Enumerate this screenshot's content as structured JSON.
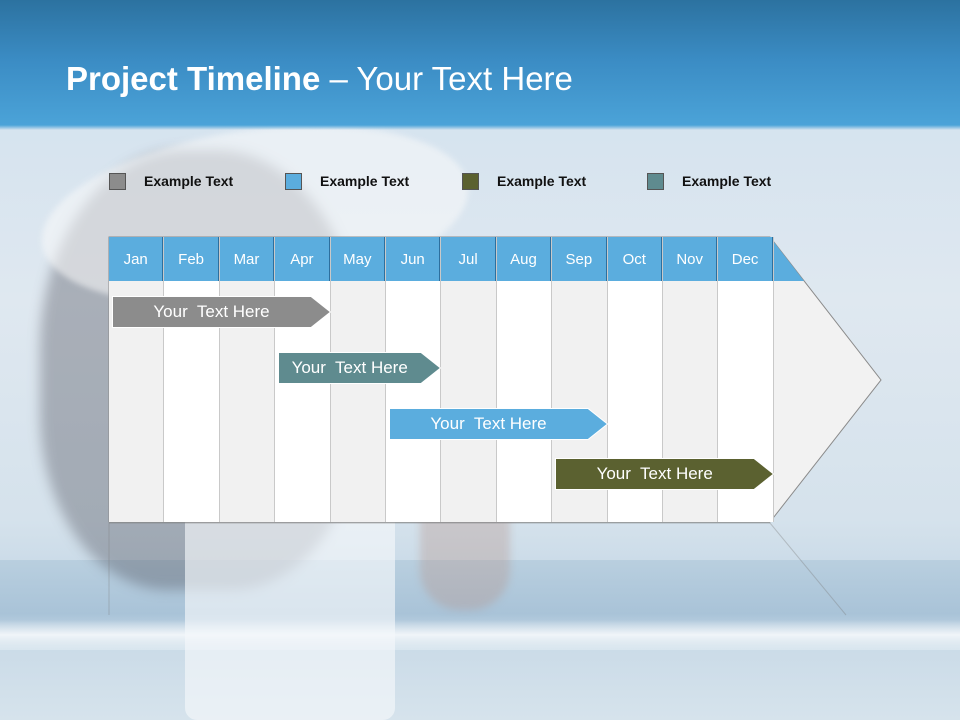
{
  "slide": {
    "title_bold": "Project Timeline",
    "title_rest": " – Your Text Here"
  },
  "legend": [
    {
      "label": "Example Text",
      "color": "#8c8c8c"
    },
    {
      "label": "Example Text",
      "color": "#5badde"
    },
    {
      "label": "Example Text",
      "color": "#5b6130"
    },
    {
      "label": "Example Text",
      "color": "#5f8b8f"
    }
  ],
  "timeline": {
    "months": [
      "Jan",
      "Feb",
      "Mar",
      "Apr",
      "May",
      "Jun",
      "Jul",
      "Aug",
      "Sep",
      "Oct",
      "Nov",
      "Dec"
    ],
    "header_color": "#5badde",
    "bars": [
      {
        "label": "Your  Text Here",
        "color": "#8c8c8c",
        "start_month": "Jan",
        "end_month": "Apr"
      },
      {
        "label": "Your  Text Here",
        "color": "#5f8b8f",
        "start_month": "Apr",
        "end_month": "Jun"
      },
      {
        "label": "Your  Text Here",
        "color": "#5badde",
        "start_month": "Jun",
        "end_month": "Sep"
      },
      {
        "label": "Your  Text Here",
        "color": "#5b6130",
        "start_month": "Sep",
        "end_month": "Dec"
      }
    ]
  }
}
